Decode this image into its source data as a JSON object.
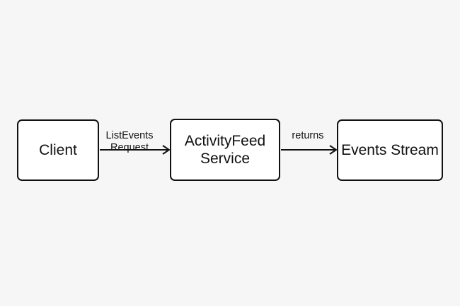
{
  "diagram": {
    "nodes": [
      {
        "id": "client",
        "label": "Client"
      },
      {
        "id": "service",
        "label": "ActivityFeed\nService"
      },
      {
        "id": "stream",
        "label": "Events Stream"
      }
    ],
    "edges": [
      {
        "from": "client",
        "to": "service",
        "label": "ListEvents\nRequest"
      },
      {
        "from": "service",
        "to": "stream",
        "label": "returns"
      }
    ]
  }
}
